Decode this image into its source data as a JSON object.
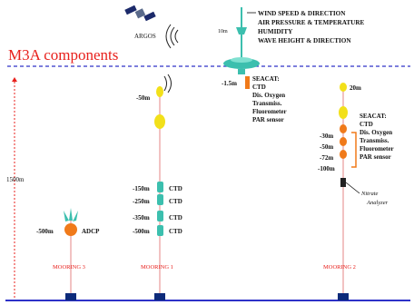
{
  "title": "M3A components",
  "argos_label": "ARGOS",
  "buoy": {
    "mast_depth": "10m",
    "sensor_lines": [
      "WIND SPEED & DIRECTION",
      "AIR PRESSURE & TEMPERATURE",
      "HUMIDITY",
      "WAVE HEIGHT & DIRECTION"
    ]
  },
  "depth_scale_label": "1500m",
  "mooring1": {
    "name": "MOORING 1",
    "surface_depth": "-1.5m",
    "surface_sensors": [
      "SEACAT:",
      "CTD",
      "Dis. Oxygen",
      "Transmiss.",
      "Fluorometer",
      "PAR sensor"
    ],
    "upper_depth": "-50m",
    "instruments": [
      {
        "depth": "-150m",
        "label": "CTD"
      },
      {
        "depth": "-250m",
        "label": "CTD"
      },
      {
        "depth": "-350m",
        "label": "CTD"
      },
      {
        "depth": "-500m",
        "label": "CTD"
      }
    ]
  },
  "mooring2": {
    "name": "MOORING 2",
    "top_depth": "20m",
    "depths": [
      "-30m",
      "-50m",
      "-72m",
      "-100m"
    ],
    "sensors": [
      "SEACAT:",
      "CTD",
      "Dis. Oxygen",
      "Transmiss.",
      "Fluorometer",
      "PAR sensor"
    ],
    "nitrate_lines": [
      "Nitrate",
      "Analyzer"
    ]
  },
  "mooring3": {
    "name": "MOORING 3",
    "depth": "-500m",
    "instrument": "ADCP"
  },
  "colors": {
    "title_red": "#e8201c",
    "surface_line": "#2e32c8",
    "cable": "#e89a9a",
    "teal": "#3cbfae",
    "yellow": "#f2e01a",
    "orange": "#f07a1a",
    "anchor": "#0d2a7a",
    "seafloor": "#2e32c8"
  }
}
